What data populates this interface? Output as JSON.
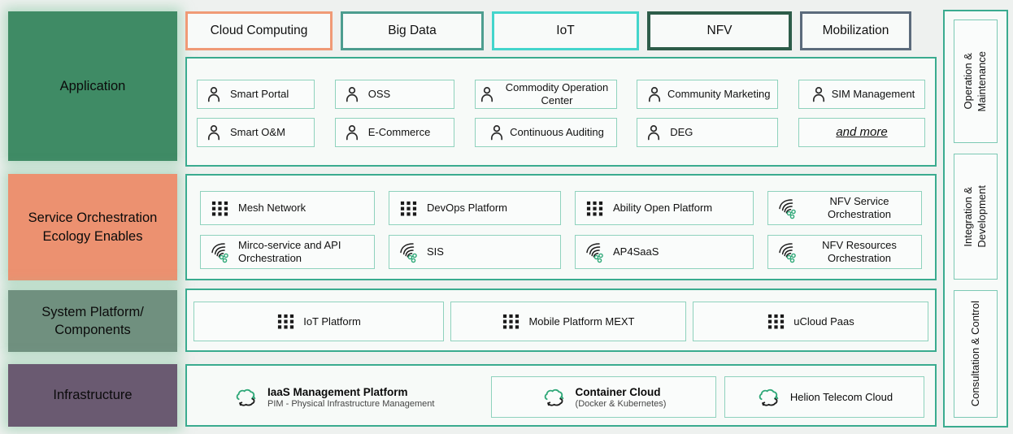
{
  "palette": {
    "container_border": "#3aab8f",
    "item_border": "#8fd2bd",
    "glow": "#86c7a2",
    "background": "#eef1ef"
  },
  "top_categories": [
    {
      "label": "Cloud Computing",
      "border_color": "#f09a76"
    },
    {
      "label": "Big Data",
      "border_color": "#4d9d8f"
    },
    {
      "label": "IoT",
      "border_color": "#44d5cc"
    },
    {
      "label": "NFV",
      "border_color": "#2d5c49"
    },
    {
      "label": "Mobilization",
      "border_color": "#5c6b7c"
    }
  ],
  "left_sections": [
    {
      "label": "Application",
      "bg_color": "#3f8b65"
    },
    {
      "label": "Service Orchestration Ecology Enables",
      "bg_color": "#ec9170"
    },
    {
      "label": "System Platform/ Components",
      "bg_color": "#70907f"
    },
    {
      "label": "Infrastructure",
      "bg_color": "#6a5a71"
    }
  ],
  "application": {
    "row1": [
      {
        "label": "Smart Portal",
        "icon": "person-icon"
      },
      {
        "label": "OSS",
        "icon": "person-icon"
      },
      {
        "label": "Commodity Operation Center",
        "icon": "person-icon"
      },
      {
        "label": "Community Marketing",
        "icon": "person-icon"
      },
      {
        "label": "SIM Management",
        "icon": "person-icon"
      }
    ],
    "row2": [
      {
        "label": "Smart O&M",
        "icon": "person-icon"
      },
      {
        "label": "E-Commerce",
        "icon": "person-icon"
      },
      {
        "label": "Continuous Auditing",
        "icon": "person-icon"
      },
      {
        "label": "DEG",
        "icon": "person-icon"
      }
    ],
    "more_label": "and more"
  },
  "service_orchestration": {
    "row1": [
      {
        "label": "Mesh Network",
        "icon": "grid-icon"
      },
      {
        "label": "DevOps Platform",
        "icon": "grid-icon"
      },
      {
        "label": "Ability Open Platform",
        "icon": "grid-icon"
      },
      {
        "label": "NFV Service Orchestration",
        "icon": "mesh-icon"
      }
    ],
    "row2": [
      {
        "label": "Mirco-service and API Orchestration",
        "icon": "mesh-icon"
      },
      {
        "label": "SIS",
        "icon": "mesh-icon"
      },
      {
        "label": "AP4SaaS",
        "icon": "mesh-icon"
      },
      {
        "label": "NFV Resources Orchestration",
        "icon": "mesh-icon"
      }
    ]
  },
  "system_platform": {
    "items": [
      {
        "label": "IoT Platform",
        "icon": "grid-icon"
      },
      {
        "label": "Mobile Platform MEXT",
        "icon": "grid-icon"
      },
      {
        "label": "uCloud Paas",
        "icon": "grid-icon"
      }
    ]
  },
  "infrastructure": {
    "items": [
      {
        "title": "IaaS Management Platform",
        "subtitle": "PIM - Physical Infrastructure Management",
        "icon": "cloud-sync-icon"
      },
      {
        "title": "Container Cloud",
        "subtitle": "(Docker & Kubernetes)",
        "icon": "cloud-sync-icon"
      },
      {
        "title": "Helion Telecom Cloud",
        "subtitle": "",
        "icon": "cloud-sync-icon"
      }
    ]
  },
  "right_rail": {
    "items": [
      {
        "lines": [
          "Operation &",
          "Maintenance"
        ]
      },
      {
        "lines": [
          "Integration &",
          "Development"
        ]
      },
      {
        "lines": [
          "Consultation & Control"
        ]
      }
    ]
  }
}
